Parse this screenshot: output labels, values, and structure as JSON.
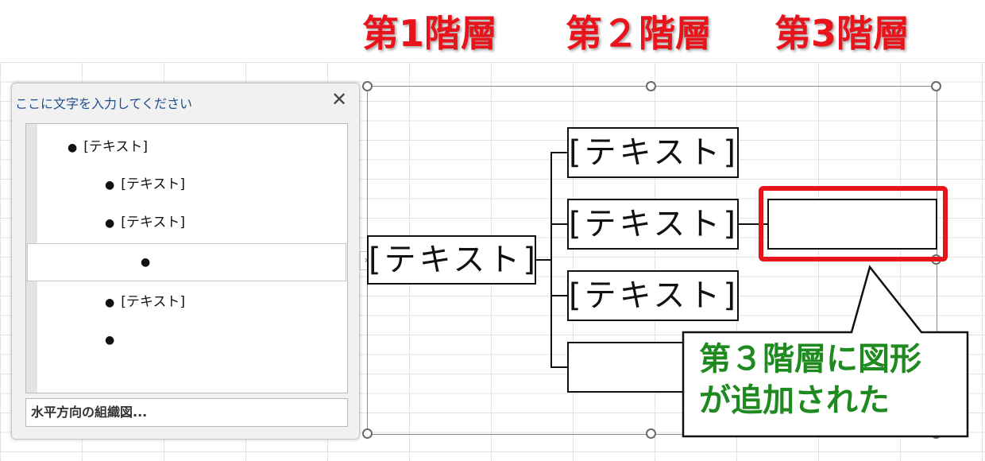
{
  "headings": {
    "level1": "第1階層",
    "level2": "第２階層",
    "level3": "第3階層"
  },
  "text_pane": {
    "title": "ここに文字を入力してください",
    "close_label": "✕",
    "items": [
      {
        "text": "[テキスト]",
        "level": 1
      },
      {
        "text": "[テキスト]",
        "level": 2
      },
      {
        "text": "[テキスト]",
        "level": 2
      },
      {
        "text": "",
        "level": 3
      },
      {
        "text": "[テキスト]",
        "level": 2
      },
      {
        "text": "",
        "level": 2
      }
    ],
    "footer": "水平方向の組織図...",
    "expander": "›"
  },
  "diagram": {
    "root": "[テキスト]",
    "children": [
      "[テキスト]",
      "[テキスト]",
      "[テキスト]",
      ""
    ],
    "grandchild": ""
  },
  "callout": {
    "line1": "第３階層に図形",
    "line2": "が追加された"
  },
  "colors": {
    "heading": "#e8141b",
    "callout_text": "#1f8a1f",
    "pane_title": "#1f4f8c"
  }
}
